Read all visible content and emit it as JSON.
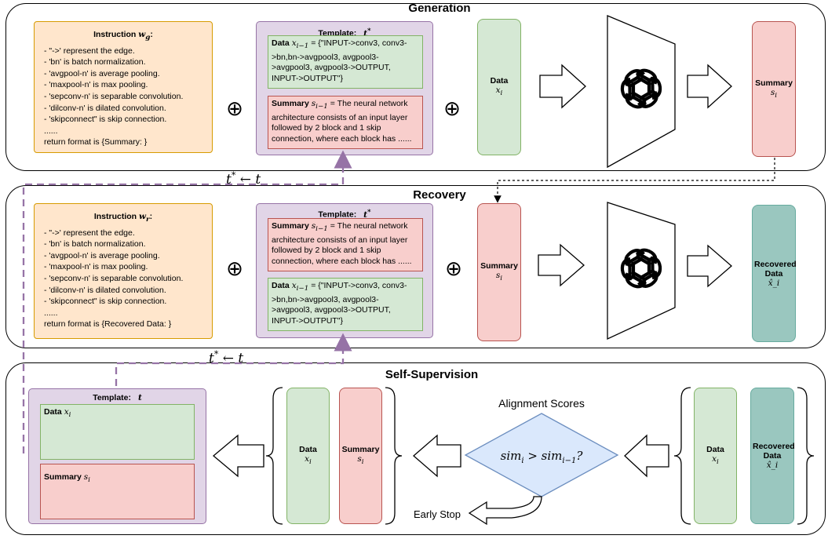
{
  "generation": {
    "title": "Generation",
    "instruction_title": "Instruction",
    "instruction_symbol": "w_g",
    "instruction_lines": [
      "\"->' represent the edge.",
      "'bn' is batch normalization.",
      "'avgpool-n' is average pooling.",
      "'maxpool-n' is max pooling.",
      "'sepconv-n' is separable convolution.",
      "'dilconv-n' is dilated convolution.",
      "'skipconnect\" is skip connection."
    ],
    "ellipsis": "......",
    "return_format": "return format is {Summary: }",
    "template_title": "Template:",
    "template_symbol": "t*",
    "template_data_label": "Data",
    "template_data_symbol": "x_{i-1}",
    "template_data_text": "= {\"INPUT->conv3, conv3->bn,bn->avgpool3, avgpool3->avgpool3, avgpool3->OUTPUT, INPUT->OUTPUT\"}",
    "template_summary_label": "Summary",
    "template_summary_symbol": "s_{i-1}",
    "template_summary_text": "= The neural network architecture consists of an input layer followed by 2 block and 1 skip connection, where each block has ......",
    "data_label": "Data",
    "data_symbol": "x_i",
    "summary_label": "Summary",
    "summary_symbol": "s_i"
  },
  "recovery": {
    "title": "Recovery",
    "instruction_title": "Instruction",
    "instruction_symbol": "w_r",
    "instruction_lines": [
      "\"->' represent the edge.",
      "'bn' is batch normalization.",
      "'avgpool-n' is average pooling.",
      "'maxpool-n' is max pooling.",
      "'sepconv-n' is separable convolution.",
      "'dilconv-n' is dilated convolution.",
      "'skipconnect\" is skip connection."
    ],
    "ellipsis": "......",
    "return_format": "return format is {Recovered Data: }",
    "template_title": "Template:",
    "template_symbol": "t*",
    "template_summary_label": "Summary",
    "template_summary_symbol": "s_{i-1}",
    "template_summary_text": "= The neural network architecture consists of an input layer followed by 2 block and 1 skip connection, where each block has ......",
    "template_data_label": "Data",
    "template_data_symbol": "x_{i-1}",
    "template_data_text": "= {\"INPUT->conv3, conv3->bn,bn->avgpool3, avgpool3->avgpool3, avgpool3->OUTPUT, INPUT->OUTPUT\"}",
    "summary_label": "Summary",
    "summary_symbol": "s_i",
    "recovered_label": "Recovered Data",
    "recovered_symbol": "x̂_i"
  },
  "self_supervision": {
    "title": "Self-Supervision",
    "template_title": "Template:",
    "template_symbol": "t",
    "template_data_label": "Data",
    "template_data_symbol": "x_i",
    "template_summary_label": "Summary",
    "template_summary_symbol": "s_i",
    "pair_data_label": "Data",
    "pair_data_symbol": "x_i",
    "pair_summary_label": "Summary",
    "pair_summary_symbol": "s_i",
    "alignment_label": "Alignment Scores",
    "condition": "sim_i > sim_{i-1}?",
    "early_stop": "Early Stop",
    "right_data_label": "Data",
    "right_data_symbol": "x_i",
    "right_recovered_label": "Recovered Data",
    "right_recovered_symbol": "x̂_i"
  },
  "feedback_labels": {
    "gen": "t* ← t",
    "rec": "t* ← t"
  },
  "colors": {
    "instruction_fill": "#ffe6cc",
    "template_fill": "#e1d5e7",
    "data_fill": "#d5e8d4",
    "summary_fill": "#f8cecc",
    "recovered_fill": "#9ac7bf",
    "diamond_fill": "#dae8fc",
    "feedback_line": "#9673a6"
  },
  "icons": [
    "oplus-icon",
    "openai-logo-icon",
    "hollow-arrow-icon"
  ]
}
